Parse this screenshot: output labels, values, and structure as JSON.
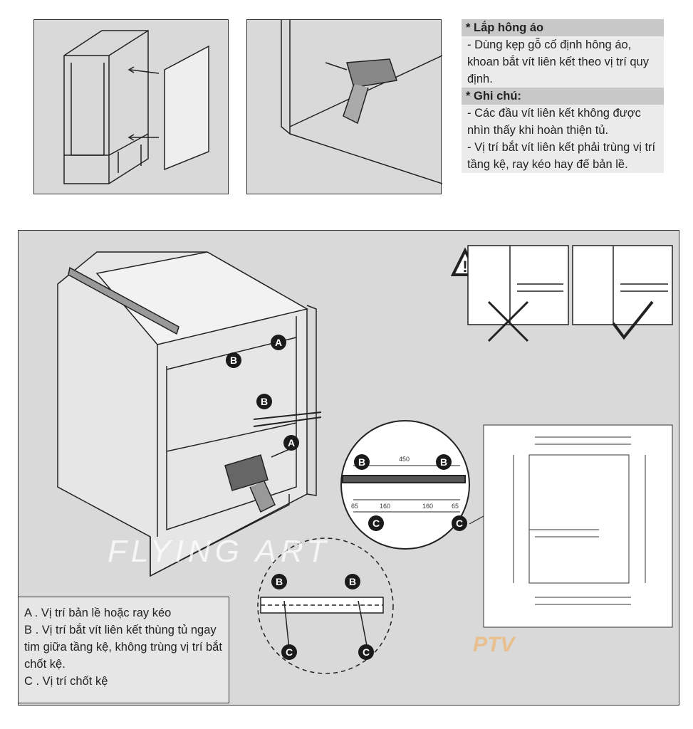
{
  "top_text": {
    "heading1": "* Lắp hông áo",
    "body1": "- Dùng kẹp gỗ cố định hông áo, khoan bắt vít liên kết theo vị trí quy định.",
    "heading2": "* Ghi chú:",
    "body2a": "- Các đầu vít liên kết không được nhìn thấy khi hoàn thiện tủ.",
    "body2b": "- Vị trí bắt vít liên kết phải trùng vị trí tầng kệ, ray kéo hay đế bản lề."
  },
  "markers": {
    "a": "A",
    "b": "B",
    "c": "C"
  },
  "detail": {
    "width": "450",
    "left": "65",
    "span1": "160",
    "span2": "160",
    "right": "65"
  },
  "legend": {
    "a": "A . Vị trí bản lề hoặc ray kéo",
    "b": "B . Vị trí bắt vít liên kết thùng tủ ngay tim giữa tầng kệ, không trùng vị trí bắt chốt kệ.",
    "c": "C . Vị trí chốt kệ"
  },
  "watermark": {
    "text": "FLYING ART",
    "brand": "PTV"
  },
  "colors": {
    "panel": "#d9d9d9",
    "marker": "#1a1a1a",
    "watermark": "#f5aa50"
  }
}
